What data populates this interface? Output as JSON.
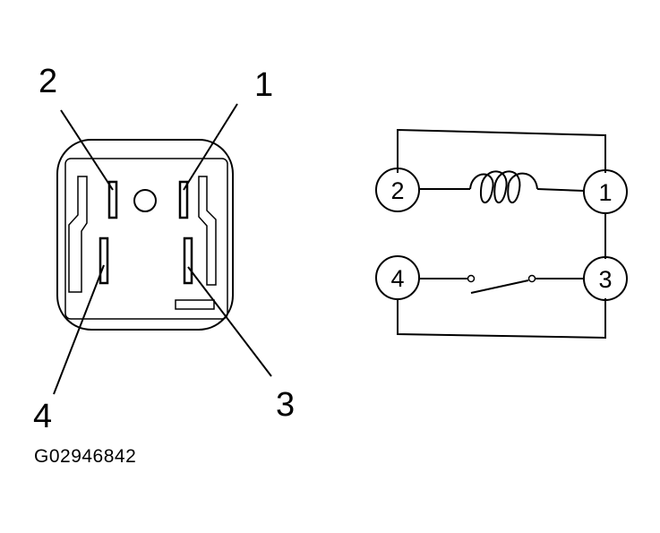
{
  "relay_view": {
    "callouts": {
      "c1": "1",
      "c2": "2",
      "c3": "3",
      "c4": "4"
    }
  },
  "schematic": {
    "terminals": {
      "t1": "1",
      "t2": "2",
      "t3": "3",
      "t4": "4"
    }
  },
  "figure_id": "G02946842",
  "line_color": "#000000"
}
